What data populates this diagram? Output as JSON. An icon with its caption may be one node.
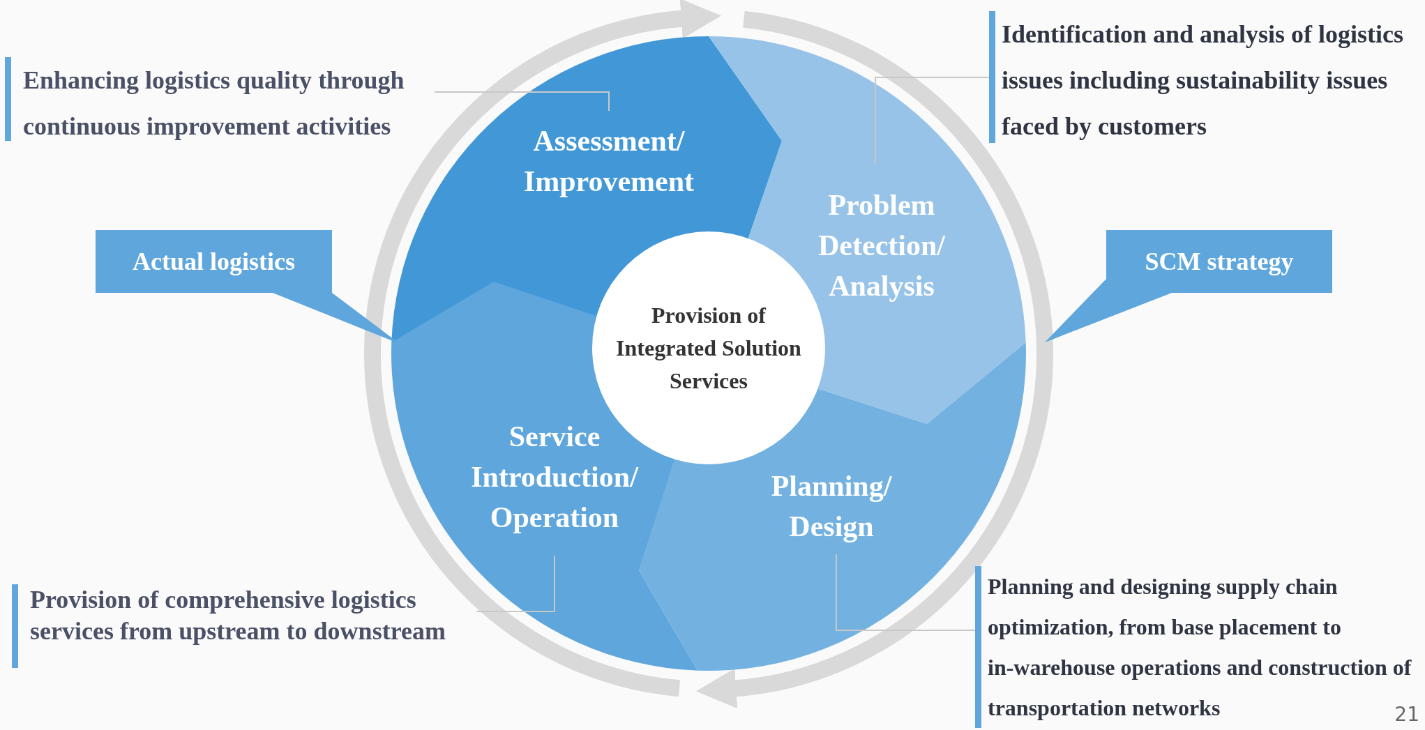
{
  "diagram": {
    "nodes": [
      {
        "text": [
          "Assessment/ Improvement"
        ]
      },
      {
        "text": [
          "Problem Detection/ Analysis"
        ]
      },
      {
        "text": [
          "Planning/ Design"
        ]
      },
      {
        "text": [
          "Service Introduction/ Operation"
        ]
      },
      {
        "text": [
          "Provision of Integrated Solution Services"
        ]
      },
      {
        "text": [
          "Actual logistics"
        ]
      },
      {
        "text": [
          "SCM strategy"
        ]
      },
      {
        "text": [
          "Enhancing logistics quality through continuous improvement activities"
        ]
      },
      {
        "text": [
          "Identification and analysis of logistics issues including sustainability issues faced by customers"
        ]
      },
      {
        "text": [
          "Planning and designing supply chain optimization, from base placement to in-warehouse operations and construction of transportation networks"
        ]
      },
      {
        "text": [
          "Provision of comprehensive logistics services from upstream to downstream"
        ]
      }
    ],
    "edges": [
      {
        "from": 7,
        "to": 0,
        "arrow": "none"
      },
      {
        "from": 8,
        "to": 1,
        "arrow": "none"
      },
      {
        "from": 9,
        "to": 2,
        "arrow": "none"
      },
      {
        "from": 10,
        "to": 3,
        "arrow": "none"
      }
    ],
    "labels": [
      "21"
    ]
  }
}
